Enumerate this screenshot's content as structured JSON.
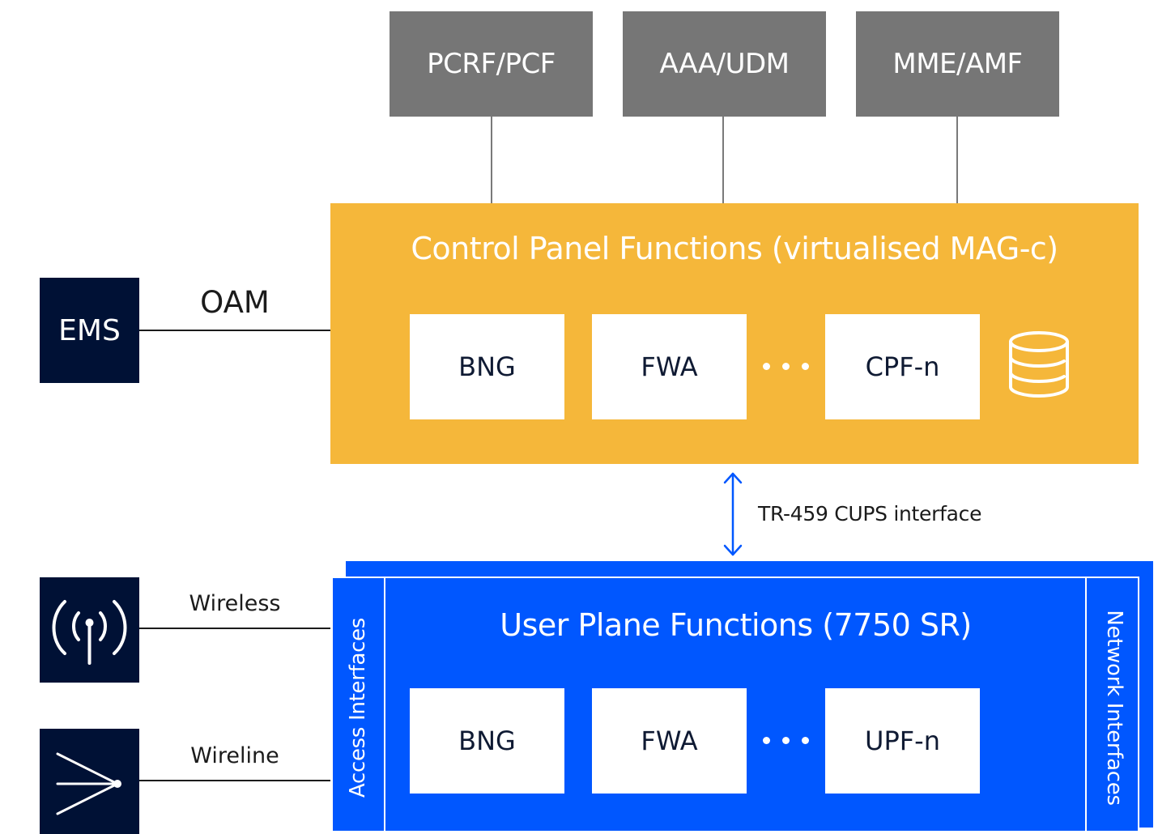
{
  "top_functions": [
    "PCRF/PCF",
    "AAA/UDM",
    "MME/AMF"
  ],
  "control_panel": {
    "title": "Control Panel Functions (virtualised MAG-c)",
    "functions": [
      "BNG",
      "FWA",
      "CPF-n"
    ],
    "icon": "database-icon"
  },
  "ems": {
    "label": "EMS",
    "link_label": "OAM"
  },
  "interface": {
    "label": "TR-459 CUPS interface",
    "icon": "bidirectional-arrow-icon"
  },
  "access_nodes": [
    {
      "icon": "wireless-antenna-icon",
      "link_label": "Wireless"
    },
    {
      "icon": "wireline-splitter-icon",
      "link_label": "Wireline"
    }
  ],
  "user_plane": {
    "title": "User Plane Functions (7750 SR)",
    "functions": [
      "BNG",
      "FWA",
      "UPF-n"
    ],
    "access_label": "Access Interfaces",
    "network_label": "Network Interfaces"
  },
  "colors": {
    "grey_box": "#767676",
    "control_panel": "#f5b73a",
    "user_plane": "#0057ff",
    "navy": "#001135",
    "white": "#ffffff"
  }
}
